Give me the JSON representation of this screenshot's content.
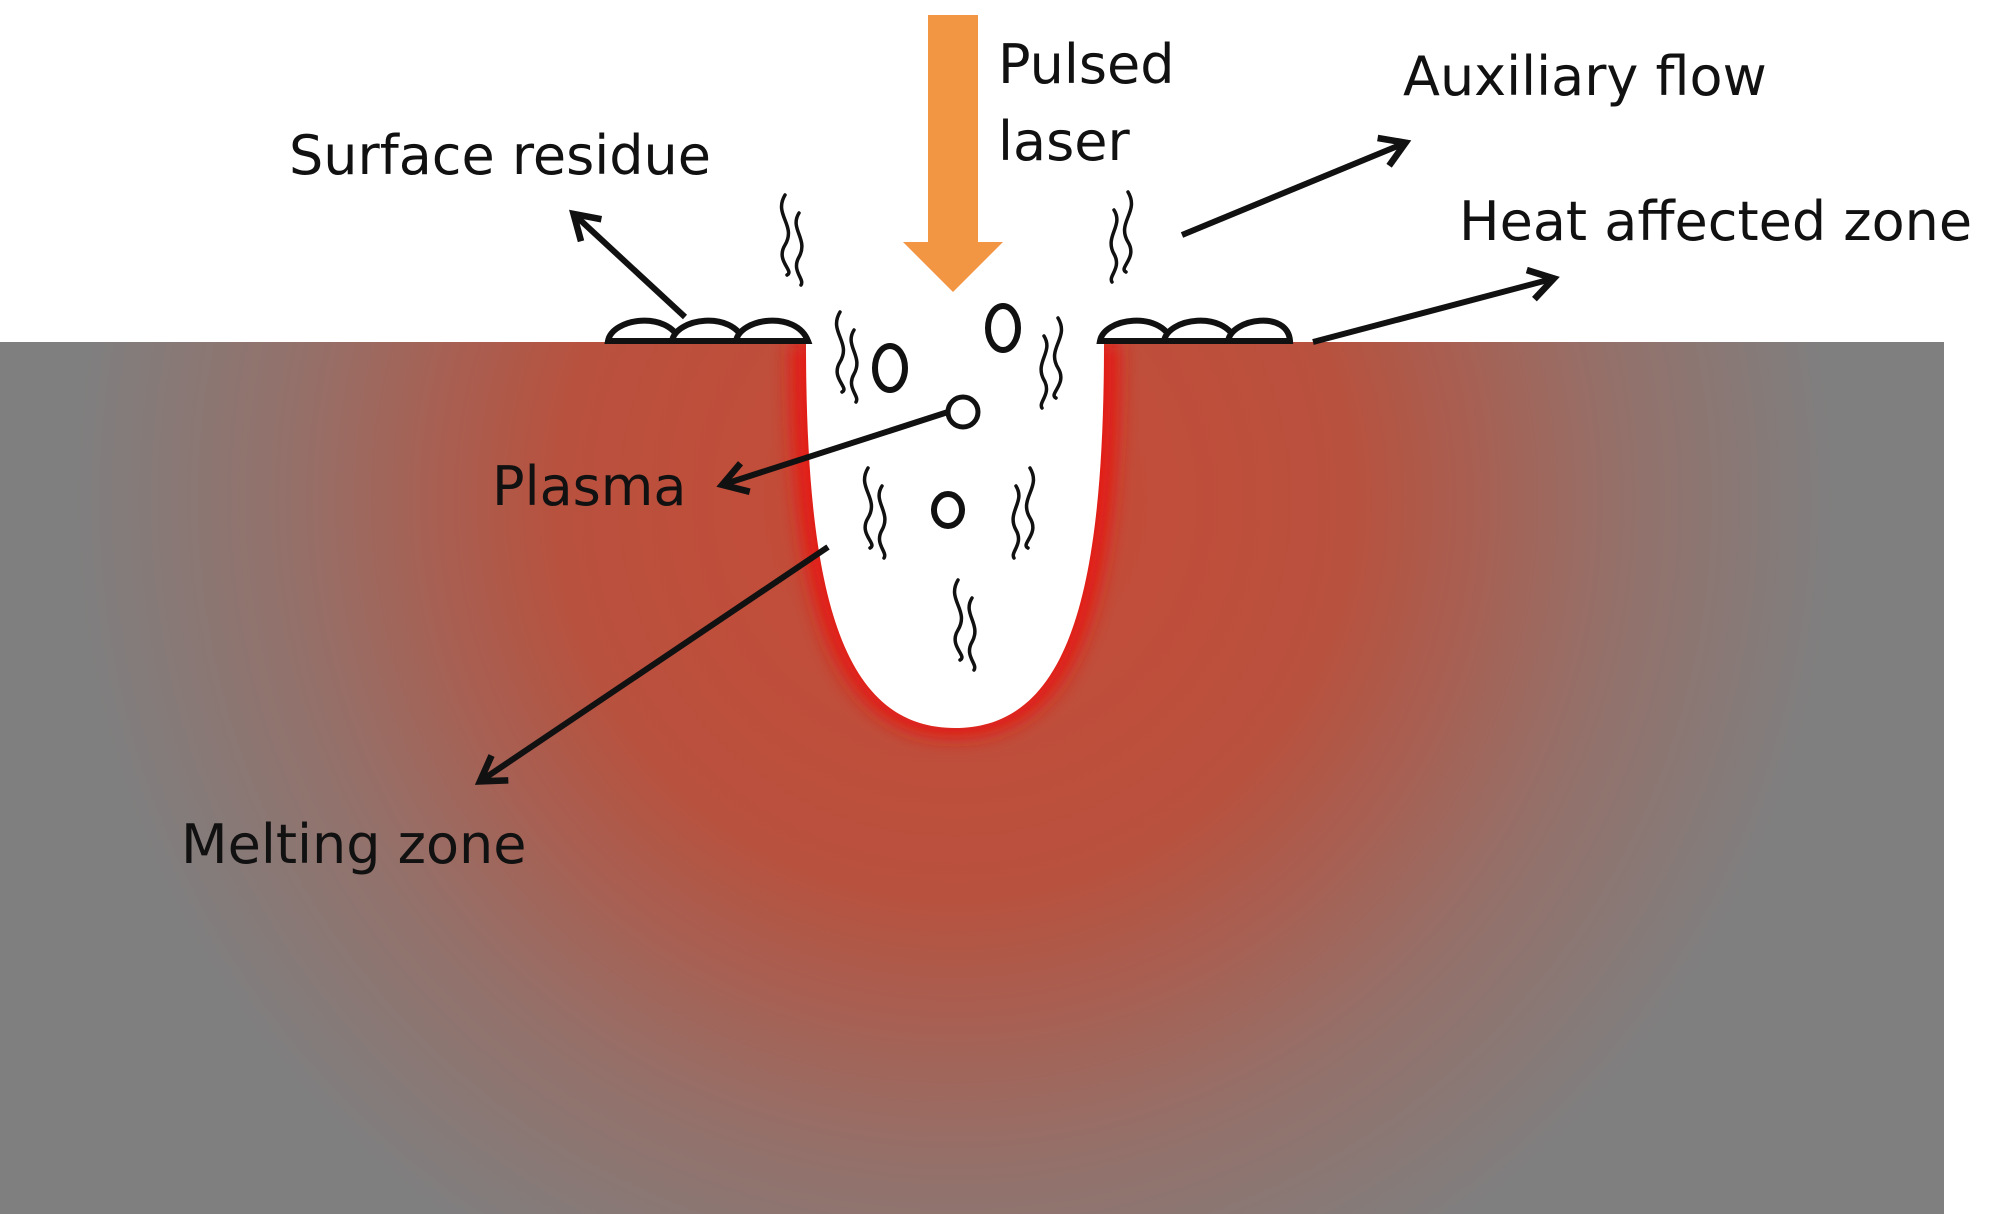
{
  "labels": {
    "pulsed_laser_line1": "Pulsed",
    "pulsed_laser_line2": "laser",
    "auxiliary_flow": "Auxiliary flow",
    "surface_residue": "Surface residue",
    "heat_affected_zone": "Heat affected zone",
    "plasma": "Plasma",
    "melting_zone": "Melting zone"
  },
  "colors": {
    "substrate_gray": "#7f7f7f",
    "melt_red": "#c0463a",
    "cavity_edge_red": "#e21b12",
    "laser_orange": "#f39644",
    "ink": "#111111"
  },
  "icons": {
    "laser": "down-arrow-icon",
    "particles": "circle-icon",
    "smoke": "wavy-line-icon"
  }
}
